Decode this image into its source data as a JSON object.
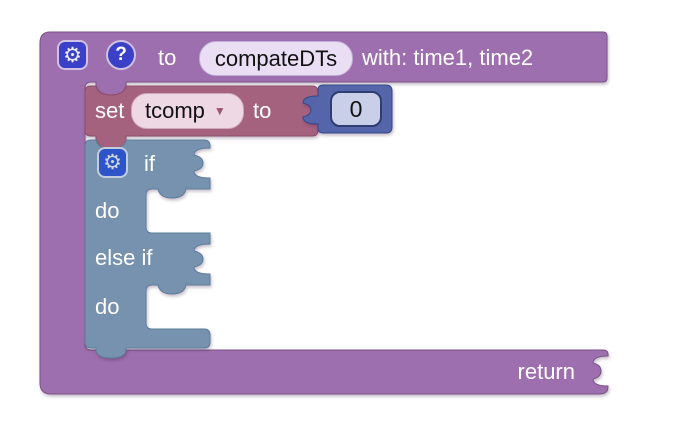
{
  "workspace": {
    "background": "#ffffff"
  },
  "icons": {
    "gear": "⚙",
    "help": "?",
    "dropdown_arrow": "▼"
  },
  "colors": {
    "procedure": "#9e6fae",
    "procedure_border": "#7a5286",
    "variable": "#a5627e",
    "variable_border": "#8c4e68",
    "control": "#7792ae",
    "control_border": "#5c7d9c",
    "number": "#5565a9",
    "number_border": "#38488a",
    "icon_blue": "#3a40c8"
  },
  "procedure_block": {
    "to_label": "to",
    "name": "compateDTs",
    "params_label": "with: time1, time2",
    "return_label": "return"
  },
  "set_block": {
    "set_label": "set",
    "variable": "tcomp",
    "to_label": "to"
  },
  "number_block": {
    "value": "0"
  },
  "if_block": {
    "if_label": "if",
    "do_label": "do",
    "else_if_label": "else if",
    "do_label_2": "do"
  }
}
